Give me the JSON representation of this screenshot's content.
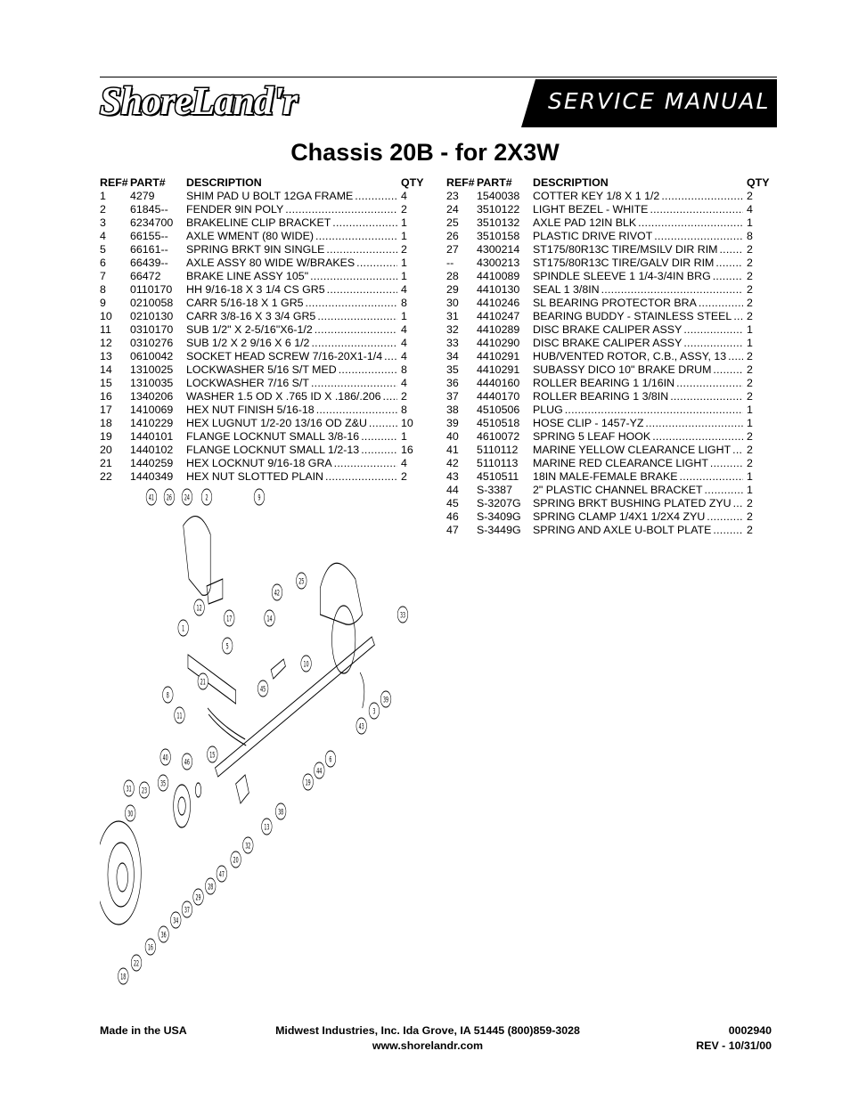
{
  "header": {
    "logo_text": "ShoreLand'r",
    "banner": "SERVICE MANUAL"
  },
  "title": "Chassis 20B - for 2X3W",
  "columns": {
    "ref": "REF#",
    "part": "PART#",
    "desc": "DESCRIPTION",
    "qty": "QTY"
  },
  "left_parts": [
    {
      "ref": "1",
      "part": "4279",
      "desc": "SHIM PAD   U BOLT 12GA FRAME",
      "qty": "4"
    },
    {
      "ref": "2",
      "part": "61845--",
      "desc": "FENDER 9IN POLY",
      "qty": "2"
    },
    {
      "ref": "3",
      "part": "6234700",
      "desc": "BRAKELINE CLIP BRACKET",
      "qty": "1"
    },
    {
      "ref": "4",
      "part": "66155--",
      "desc": "AXLE WMENT (80 WIDE)",
      "qty": "1"
    },
    {
      "ref": "5",
      "part": "66161--",
      "desc": "SPRING BRKT   9IN SINGLE",
      "qty": "2"
    },
    {
      "ref": "6",
      "part": "66439--",
      "desc": "AXLE ASSY 80 WIDE W/BRAKES",
      "qty": "1"
    },
    {
      "ref": "7",
      "part": "66472",
      "desc": "BRAKE LINE ASSY 105\"",
      "qty": "1"
    },
    {
      "ref": "8",
      "part": "0110170",
      "desc": "HH 9/16-18 X 3 1/4 CS GR5",
      "qty": "4"
    },
    {
      "ref": "9",
      "part": "0210058",
      "desc": "CARR 5/16-18 X 1 GR5",
      "qty": "8"
    },
    {
      "ref": "10",
      "part": "0210130",
      "desc": "CARR 3/8-16 X 3 3/4 GR5",
      "qty": "1"
    },
    {
      "ref": "11",
      "part": "0310170",
      "desc": "SUB 1/2\" X 2-5/16\"X6-1/2",
      "qty": "4"
    },
    {
      "ref": "12",
      "part": "0310276",
      "desc": "SUB 1/2 X 2 9/16 X 6 1/2",
      "qty": "4"
    },
    {
      "ref": "13",
      "part": "0610042",
      "desc": "SOCKET HEAD SCREW 7/16-20X1-1/4",
      "qty": "4"
    },
    {
      "ref": "14",
      "part": "1310025",
      "desc": "LOCKWASHER 5/16 S/T MED",
      "qty": "8"
    },
    {
      "ref": "15",
      "part": "1310035",
      "desc": "LOCKWASHER 7/16 S/T",
      "qty": "4"
    },
    {
      "ref": "16",
      "part": "1340206",
      "desc": "WASHER 1.5 OD X .765 ID X .186/.206",
      "qty": "2"
    },
    {
      "ref": "17",
      "part": "1410069",
      "desc": "HEX NUT FINISH 5/16-18",
      "qty": "8"
    },
    {
      "ref": "18",
      "part": "1410229",
      "desc": "HEX LUGNUT 1/2-20 13/16 OD Z&U",
      "qty": "10"
    },
    {
      "ref": "19",
      "part": "1440101",
      "desc": "FLANGE LOCKNUT SMALL 3/8-16",
      "qty": "1"
    },
    {
      "ref": "20",
      "part": "1440102",
      "desc": "FLANGE LOCKNUT SMALL 1/2-13",
      "qty": "16"
    },
    {
      "ref": "21",
      "part": "1440259",
      "desc": "HEX LOCKNUT 9/16-18 GRA",
      "qty": "4"
    },
    {
      "ref": "22",
      "part": "1440349",
      "desc": "HEX NUT SLOTTED PLAIN",
      "qty": "2"
    }
  ],
  "right_parts": [
    {
      "ref": "23",
      "part": "1540038",
      "desc": "COTTER KEY 1/8 X 1 1/2",
      "qty": "2"
    },
    {
      "ref": "24",
      "part": "3510122",
      "desc": "LIGHT BEZEL - WHITE",
      "qty": "4"
    },
    {
      "ref": "25",
      "part": "3510132",
      "desc": "AXLE PAD 12IN  BLK",
      "qty": "1"
    },
    {
      "ref": "26",
      "part": "3510158",
      "desc": "PLASTIC DRIVE RIVOT",
      "qty": "8"
    },
    {
      "ref": "27",
      "part": "4300214",
      "desc": "ST175/80R13C TIRE/MSILV DIR RIM",
      "qty": "2"
    },
    {
      "ref": "--",
      "part": "4300213",
      "desc": "ST175/80R13C TIRE/GALV DIR RIM",
      "qty": "2"
    },
    {
      "ref": "28",
      "part": "4410089",
      "desc": "SPINDLE SLEEVE  1 1/4-3/4IN BRG",
      "qty": "2"
    },
    {
      "ref": "29",
      "part": "4410130",
      "desc": "SEAL  1 3/8IN",
      "qty": "2"
    },
    {
      "ref": "30",
      "part": "4410246",
      "desc": "SL BEARING PROTECTOR BRA",
      "qty": "2"
    },
    {
      "ref": "31",
      "part": "4410247",
      "desc": "BEARING BUDDY - STAINLESS STEEL",
      "qty": "2"
    },
    {
      "ref": "32",
      "part": "4410289",
      "desc": "DISC BRAKE CALIPER ASSY",
      "qty": "1"
    },
    {
      "ref": "33",
      "part": "4410290",
      "desc": "DISC BRAKE CALIPER ASSY",
      "qty": "1"
    },
    {
      "ref": "34",
      "part": "4410291",
      "desc": "HUB/VENTED ROTOR, C.B., ASSY, 13",
      "qty": "2"
    },
    {
      "ref": "35",
      "part": "4410291",
      "desc": "SUBASSY DICO 10\" BRAKE DRUM",
      "qty": "2"
    },
    {
      "ref": "36",
      "part": "4440160",
      "desc": "ROLLER BEARING   1 1/16IN",
      "qty": "2"
    },
    {
      "ref": "37",
      "part": "4440170",
      "desc": "ROLLER BEARING   1 3/8IN",
      "qty": "2"
    },
    {
      "ref": "38",
      "part": "4510506",
      "desc": "PLUG",
      "qty": "1"
    },
    {
      "ref": "39",
      "part": "4510518",
      "desc": "HOSE CLIP - 1457-YZ",
      "qty": "1"
    },
    {
      "ref": "40",
      "part": "4610072",
      "desc": "SPRING  5 LEAF HOOK",
      "qty": "2"
    },
    {
      "ref": "41",
      "part": "5110112",
      "desc": "MARINE YELLOW CLEARANCE LIGHT",
      "qty": "2"
    },
    {
      "ref": "42",
      "part": "5110113",
      "desc": "MARINE RED CLEARANCE LIGHT",
      "qty": "2"
    },
    {
      "ref": "43",
      "part": "4510511",
      "desc": "18IN MALE-FEMALE BRAKE",
      "qty": "1"
    },
    {
      "ref": "44",
      "part": "S-3387",
      "desc": "2\" PLASTIC CHANNEL BRACKET",
      "qty": "1"
    },
    {
      "ref": "45",
      "part": "S-3207G",
      "desc": "SPRING BRKT BUSHING PLATED ZYU",
      "qty": "2"
    },
    {
      "ref": "46",
      "part": "S-3409G",
      "desc": "SPRING CLAMP   1/4X1 1/2X4  ZYU",
      "qty": "2"
    },
    {
      "ref": "47",
      "part": "S-3449G",
      "desc": "SPRING AND AXLE U-BOLT PLATE",
      "qty": "2"
    }
  ],
  "callouts": [
    "41",
    "26",
    "24",
    "2",
    "9",
    "42",
    "25",
    "12",
    "17",
    "14",
    "1",
    "5",
    "33",
    "10",
    "21",
    "45",
    "8",
    "39",
    "11",
    "3",
    "43",
    "40",
    "15",
    "46",
    "6",
    "44",
    "19",
    "31",
    "23",
    "35",
    "38",
    "30",
    "13",
    "32",
    "20",
    "47",
    "28",
    "29",
    "37",
    "34",
    "36",
    "16",
    "22",
    "18"
  ],
  "footer": {
    "made_in": "Made in the USA",
    "company": "Midwest Industries, Inc. Ida Grove, IA  51445 (800)859-3028",
    "website": "www.shorelandr.com",
    "doc_number": "0002940",
    "revision": "REV  - 10/31/00"
  }
}
